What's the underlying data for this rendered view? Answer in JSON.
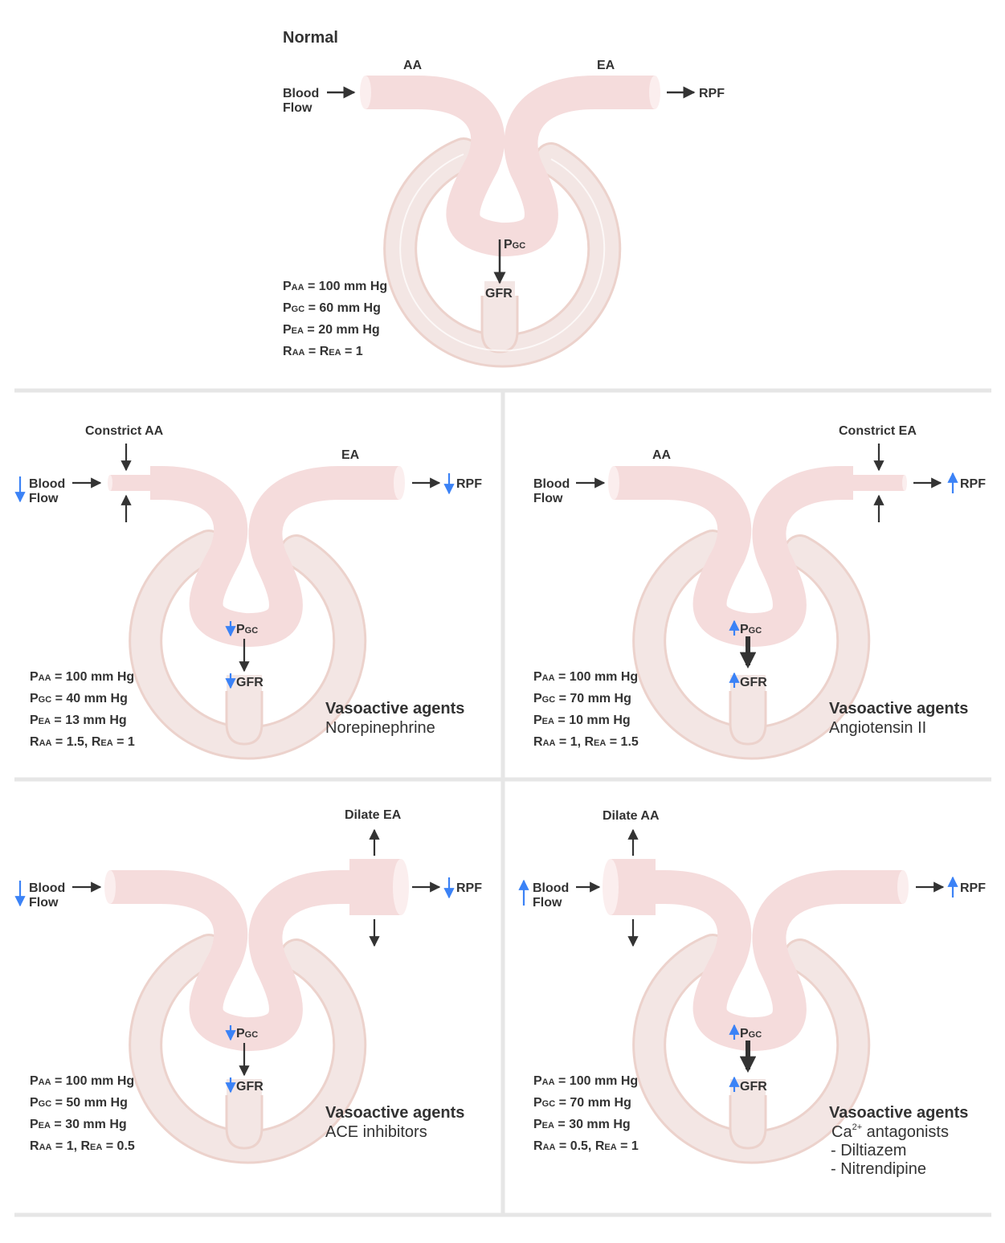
{
  "colors": {
    "vessel": "#f5dcdc",
    "vesselEnd": "#fbeeee",
    "capsule": "#f3e6e4",
    "capsuleStroke": "#ecd2cc",
    "arrow": "#333333",
    "blueArrow": "#3b82f6",
    "divider": "#e6e6e6"
  },
  "normal": {
    "title": "Normal",
    "aa": "AA",
    "ea": "EA",
    "blood_flow": [
      "Blood",
      "Flow"
    ],
    "rpf": "RPF",
    "pgc": "GC",
    "gfr": "GFR",
    "eq": [
      {
        "s": "AA",
        "t": " = 100 mm Hg"
      },
      {
        "s": "GC",
        "t": " = 60 mm Hg"
      },
      {
        "s": "EA",
        "t": " = 20 mm Hg"
      }
    ],
    "eq_r": "= 1"
  },
  "panels": [
    {
      "id": "norepinephrine",
      "action": "Constrict AA",
      "vessel_label": "EA",
      "blood_flow": [
        "Blood",
        "Flow"
      ],
      "rpf": "RPF",
      "pgc": "GC",
      "gfr": "GFR",
      "direction": "down",
      "eq": [
        "100 mm Hg",
        "40 mm Hg",
        "13 mm Hg"
      ],
      "r": [
        "1.5,",
        "1"
      ],
      "agents_title": "Vasoactive agents",
      "agents": [
        "Norepinephrine"
      ]
    },
    {
      "id": "angiotensin",
      "action": "Constrict EA",
      "vessel_label": "AA",
      "blood_flow": [
        "Blood",
        "Flow"
      ],
      "rpf": "RPF",
      "pgc": "GC",
      "gfr": "GFR",
      "direction": "up",
      "eq": [
        "100 mm Hg",
        "70 mm Hg",
        "10 mm Hg"
      ],
      "r": [
        "1,",
        "1.5"
      ],
      "agents_title": "Vasoactive agents",
      "agents": [
        "Angiotensin II"
      ]
    },
    {
      "id": "ace",
      "action": "Dilate EA",
      "blood_flow": [
        "Blood",
        "Flow"
      ],
      "rpf": "RPF",
      "pgc": "GC",
      "gfr": "GFR",
      "direction": "down",
      "eq": [
        "100 mm Hg",
        "50 mm Hg",
        "30 mm Hg"
      ],
      "r": [
        "1,",
        "0.5"
      ],
      "agents_title": "Vasoactive agents",
      "agents": [
        "ACE inhibitors"
      ]
    },
    {
      "id": "calcium",
      "action": "Dilate AA",
      "blood_flow": [
        "Blood",
        "Flow"
      ],
      "rpf": "RPF",
      "pgc": "GC",
      "gfr": "GFR",
      "direction": "up",
      "eq": [
        "100 mm Hg",
        "70 mm Hg",
        "30 mm Hg"
      ],
      "r": [
        "0.5,",
        "1"
      ],
      "agents_title": "Vasoactive agents",
      "agents": [
        "Ca",
        "2+",
        " antagonists",
        "-  Diltiazem",
        "-  Nitrendipine"
      ]
    }
  ],
  "letters": {
    "P": "P",
    "R": "R",
    "eq_sign": " = "
  }
}
